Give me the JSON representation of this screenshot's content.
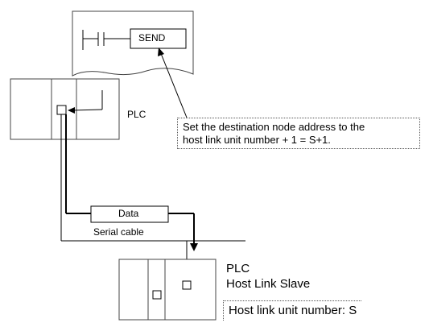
{
  "ladder": {
    "instruction": "SEND"
  },
  "master_plc": {
    "label": "PLC"
  },
  "callout_top": {
    "line1": "Set the destination node address to the",
    "line2": "host link unit number + 1 = S+1."
  },
  "cable": {
    "data_label": "Data",
    "cable_label": "Serial cable"
  },
  "slave_plc": {
    "label_line1": "PLC",
    "label_line2": "Host Link Slave",
    "unit_number_note": "Host link unit number: S"
  }
}
